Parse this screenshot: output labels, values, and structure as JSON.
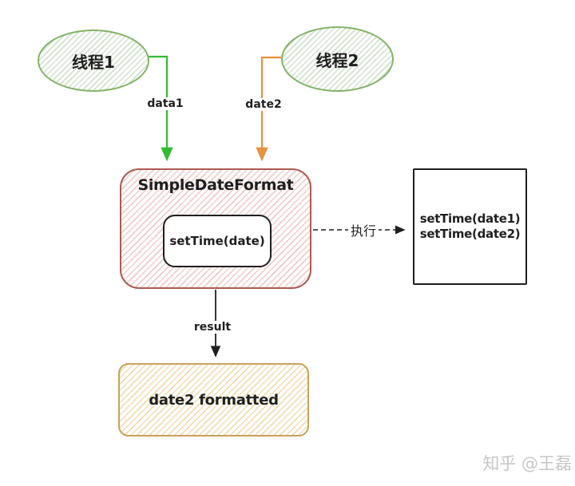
{
  "colors": {
    "green_stroke": "#82b366",
    "green_hatch": "#cfe2cb",
    "green_arrow": "#33bb33",
    "orange_arrow": "#e8913f",
    "red_stroke": "#ad5a52",
    "red_hatch": "#f0ccc7",
    "yellow_stroke": "#c6a35c",
    "yellow_hatch": "#f0dcae",
    "ink": "#1f1f1f",
    "watermark": "#c6c6c6"
  },
  "nodes": {
    "thread1": {
      "label": "线程1"
    },
    "thread2": {
      "label": "线程2"
    },
    "sdf": {
      "title": "SimpleDateFormat",
      "method": "setTime(date)"
    },
    "exec_box": {
      "line1": "setTime(date1)",
      "line2": "setTime(date2)"
    },
    "output": {
      "label": "date2 formatted"
    }
  },
  "edges": {
    "data1": {
      "label": "data1"
    },
    "date2": {
      "label": "date2"
    },
    "exec": {
      "label": "执行"
    },
    "result": {
      "label": "result"
    }
  },
  "watermark": {
    "text": "知乎 @王磊"
  }
}
